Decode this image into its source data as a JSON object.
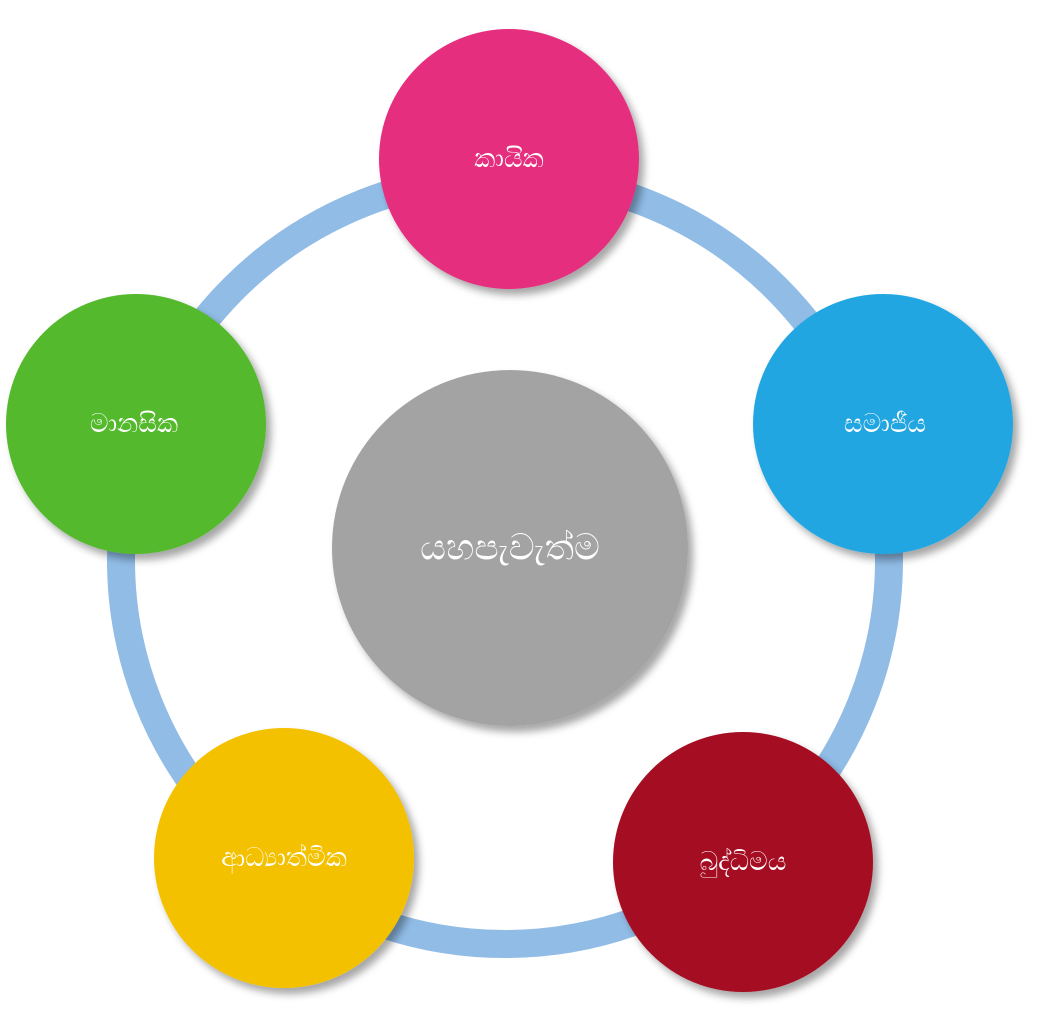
{
  "diagram": {
    "ring_color": "#90bce6",
    "center": {
      "label": "යහපැවැත්ම",
      "color": "#a3a3a3"
    },
    "nodes": [
      {
        "id": "top",
        "label": "කායික",
        "color": "#e52d7e"
      },
      {
        "id": "right",
        "label": "සමාජීය",
        "color": "#22a6e1"
      },
      {
        "id": "bottom-right",
        "label": "බුද්ධිමය",
        "color": "#a50a20"
      },
      {
        "id": "bottom-left",
        "label": "ආධ්‍යාත්මික",
        "color": "#f4c100"
      },
      {
        "id": "left",
        "label": "මානසික",
        "color": "#55b92d"
      }
    ]
  }
}
